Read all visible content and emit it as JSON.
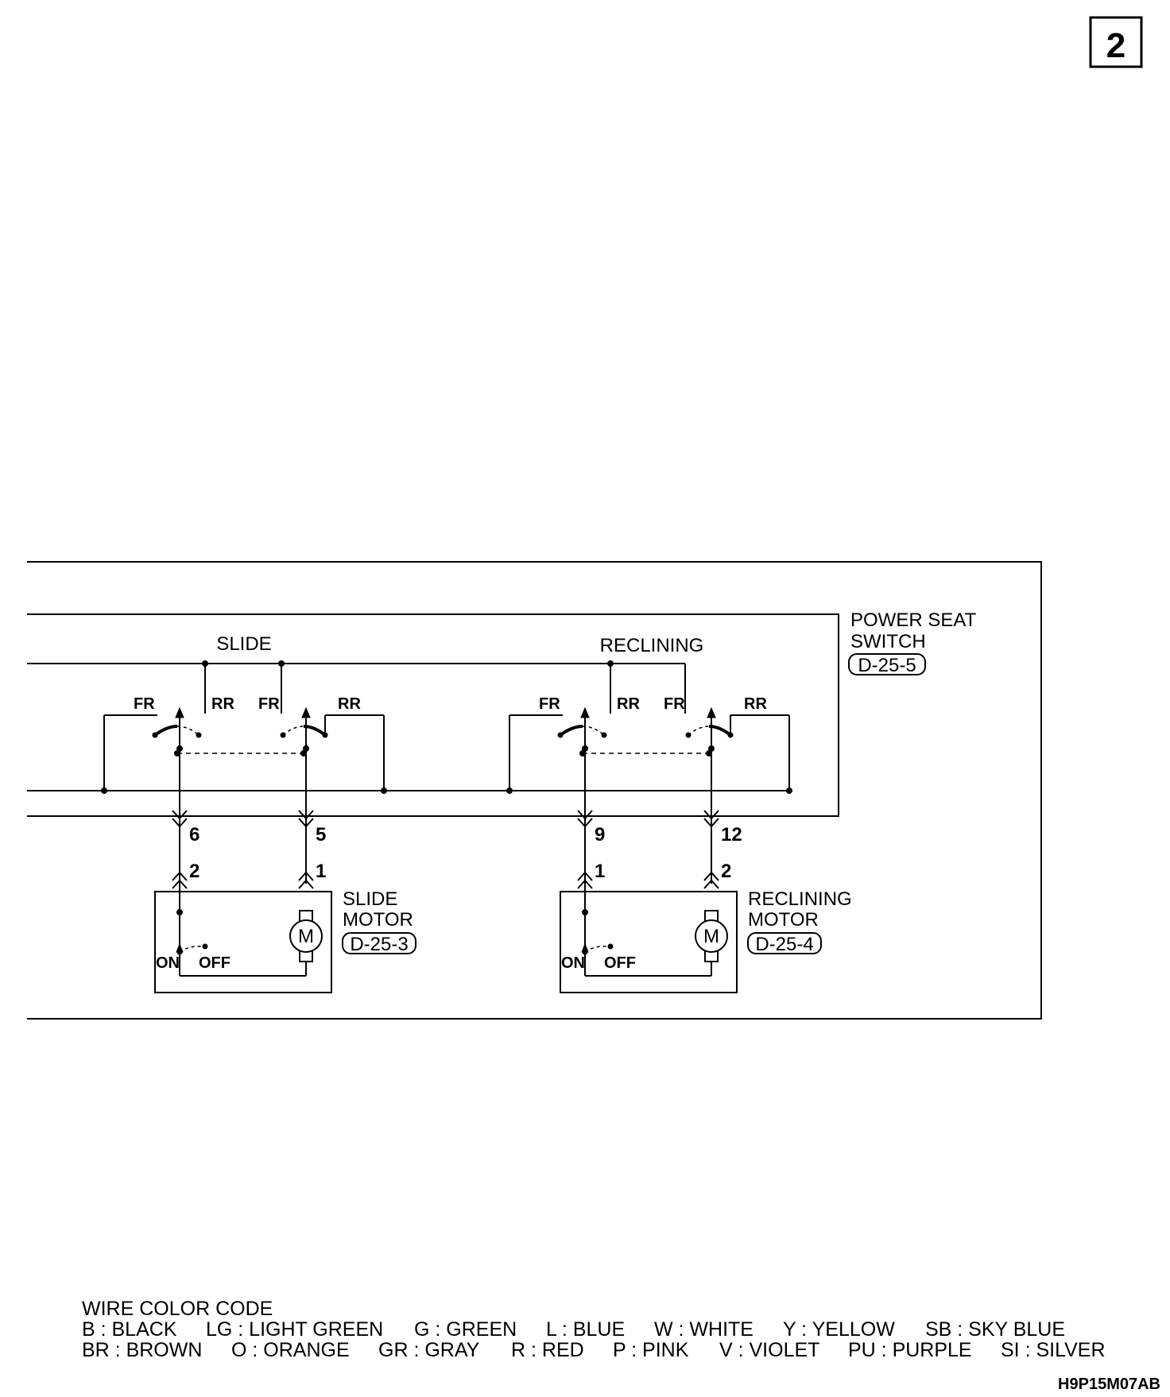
{
  "page_number": "2",
  "labels": {
    "switch_title_line1": "POWER SEAT",
    "switch_title_line2": "SWITCH",
    "switch_connector": "D-25-5",
    "slide": "SLIDE",
    "reclining": "RECLINING",
    "slide_motor_line1": "SLIDE",
    "slide_motor_line2": "MOTOR",
    "slide_motor_connector": "D-25-3",
    "reclining_motor_line1": "RECLINING",
    "reclining_motor_line2": "MOTOR",
    "reclining_motor_connector": "D-25-4",
    "motor_symbol": "M",
    "fr": "FR",
    "rr": "RR",
    "on": "ON",
    "off": "OFF"
  },
  "pins": {
    "slide_switch_a": "6",
    "slide_switch_b": "5",
    "reclining_switch_a": "9",
    "reclining_switch_b": "12",
    "slide_motor_a": "2",
    "slide_motor_b": "1",
    "reclining_motor_a": "1",
    "reclining_motor_b": "2"
  },
  "legend": {
    "title": "WIRE COLOR CODE",
    "row1": [
      "B : BLACK",
      "LG : LIGHT GREEN",
      "G : GREEN",
      "L : BLUE",
      "W : WHITE",
      "Y : YELLOW",
      "SB : SKY BLUE"
    ],
    "row2": [
      "BR : BROWN",
      "O : ORANGE",
      "GR : GRAY",
      "R : RED",
      "P : PINK",
      "V : VIOLET",
      "PU : PURPLE",
      "SI : SILVER"
    ]
  },
  "drawing_code": "H9P15M07AB"
}
